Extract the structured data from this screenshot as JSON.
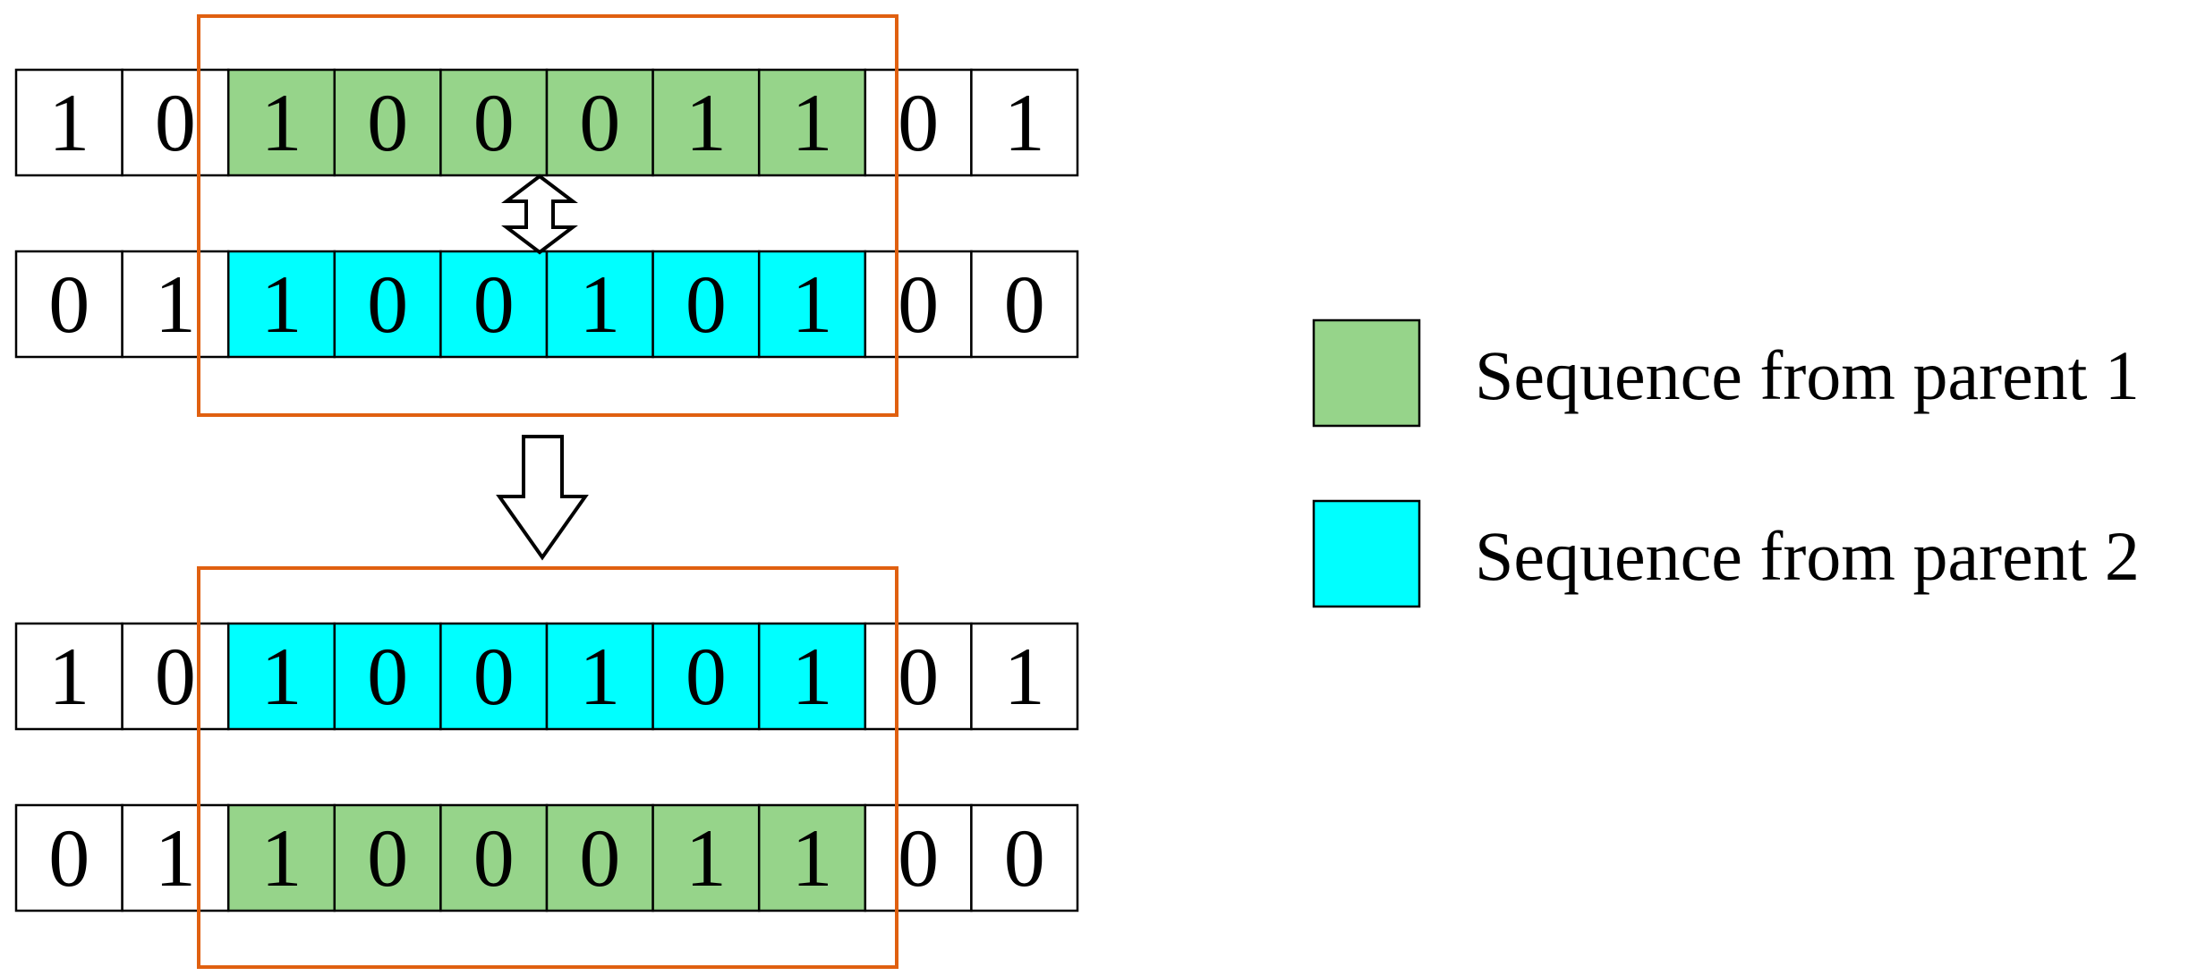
{
  "colors": {
    "parent1": "#96d48a",
    "parent2": "#00ffff",
    "plain": "#ffffff",
    "frame": "#e06010"
  },
  "rows": [
    {
      "name": "parent-1",
      "bits": [
        "1",
        "0",
        "1",
        "0",
        "0",
        "0",
        "1",
        "1",
        "0",
        "1"
      ],
      "sources": [
        "plain",
        "plain",
        "parent1",
        "parent1",
        "parent1",
        "parent1",
        "parent1",
        "parent1",
        "plain",
        "plain"
      ]
    },
    {
      "name": "parent-2",
      "bits": [
        "0",
        "1",
        "1",
        "0",
        "0",
        "1",
        "0",
        "1",
        "0",
        "0"
      ],
      "sources": [
        "plain",
        "plain",
        "parent2",
        "parent2",
        "parent2",
        "parent2",
        "parent2",
        "parent2",
        "plain",
        "plain"
      ]
    },
    {
      "name": "offspring-1",
      "bits": [
        "1",
        "0",
        "1",
        "0",
        "0",
        "1",
        "0",
        "1",
        "0",
        "1"
      ],
      "sources": [
        "plain",
        "plain",
        "parent2",
        "parent2",
        "parent2",
        "parent2",
        "parent2",
        "parent2",
        "plain",
        "plain"
      ]
    },
    {
      "name": "offspring-2",
      "bits": [
        "0",
        "1",
        "1",
        "0",
        "0",
        "0",
        "1",
        "1",
        "0",
        "0"
      ],
      "sources": [
        "plain",
        "plain",
        "parent1",
        "parent1",
        "parent1",
        "parent1",
        "parent1",
        "parent1",
        "plain",
        "plain"
      ]
    }
  ],
  "legend": {
    "items": [
      {
        "label": "Sequence from parent 1",
        "color_key": "parent1"
      },
      {
        "label": "Sequence from parent 2",
        "color_key": "parent2"
      }
    ]
  }
}
